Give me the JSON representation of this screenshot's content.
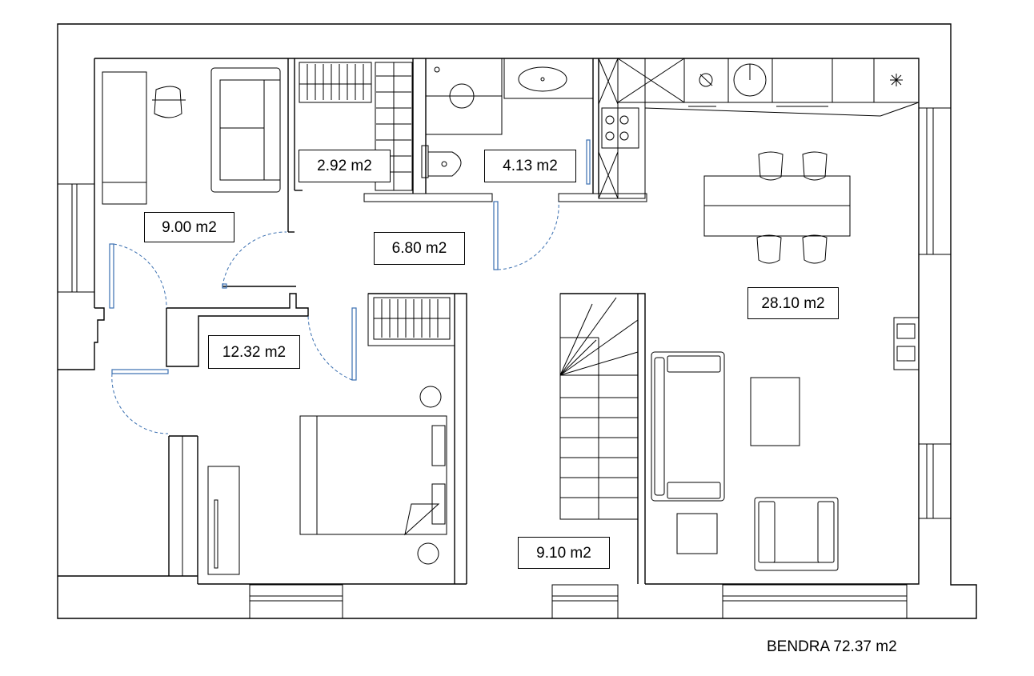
{
  "rooms": [
    {
      "id": "bedroom-1",
      "area": "9.00 m2"
    },
    {
      "id": "closet",
      "area": "2.92 m2"
    },
    {
      "id": "bathroom",
      "area": "4.13 m2"
    },
    {
      "id": "hallway",
      "area": "6.80 m2"
    },
    {
      "id": "living-kitchen",
      "area": "28.10 m2"
    },
    {
      "id": "bedroom-2",
      "area": "12.32 m2"
    },
    {
      "id": "stairs-room",
      "area": "9.10 m2"
    }
  ],
  "total_label": "BENDRA 72.37 m2"
}
